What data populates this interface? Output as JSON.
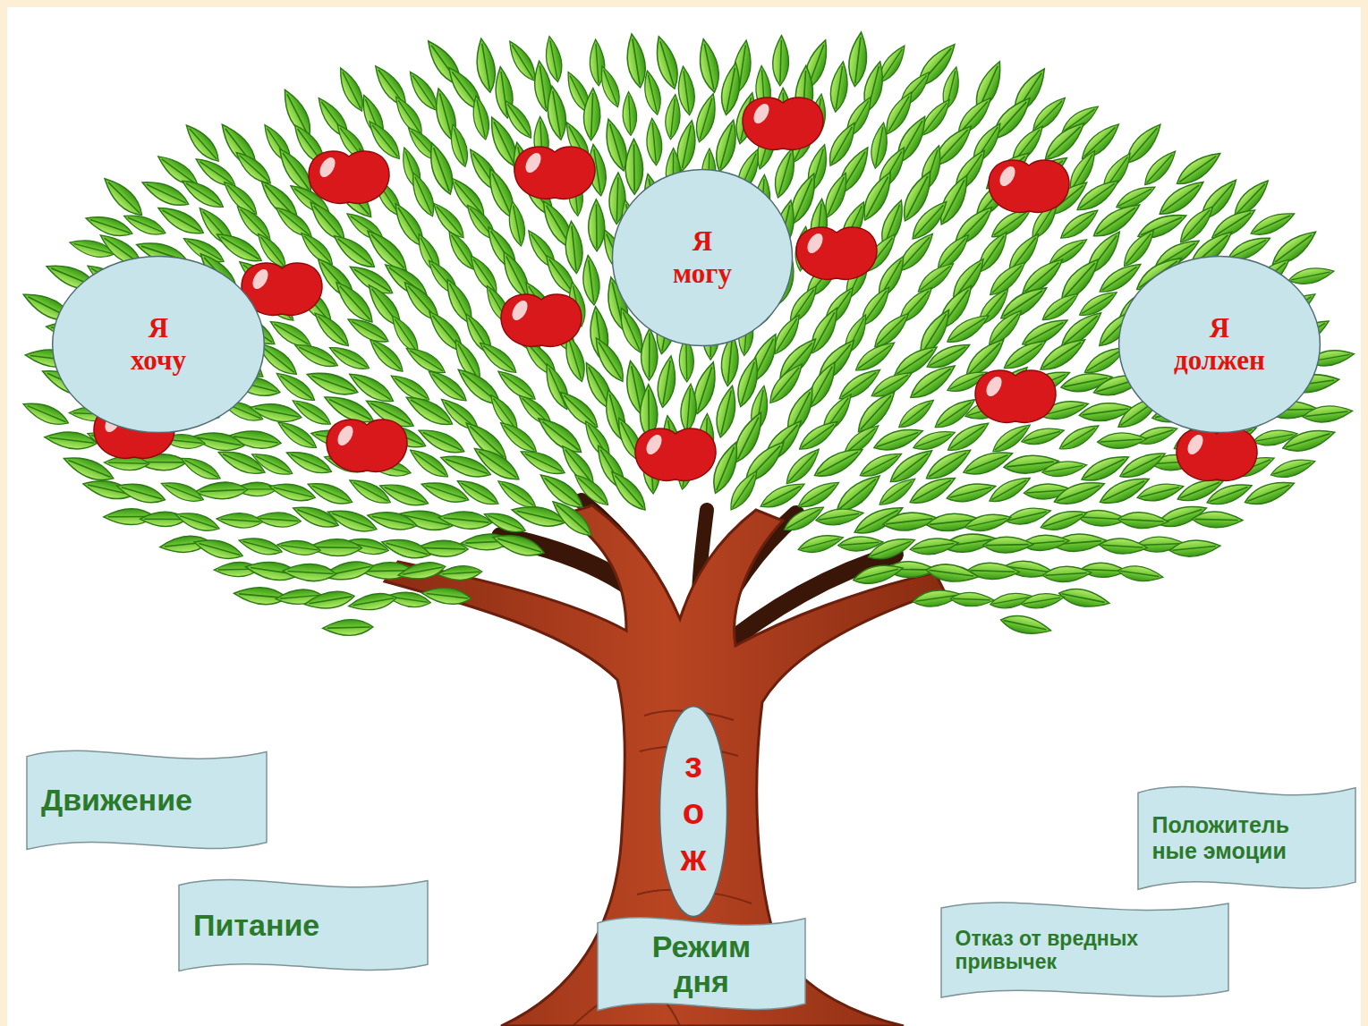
{
  "diagram": {
    "nodes": [
      {
        "text": [
          "Я хочу"
        ]
      },
      {
        "text": [
          "Я могу"
        ]
      },
      {
        "text": [
          "Я должен"
        ]
      },
      {
        "text": [
          "з о ж"
        ]
      },
      {
        "text": [
          "Движение"
        ]
      },
      {
        "text": [
          "Положитель ные эмоции"
        ]
      },
      {
        "text": [
          "Питание"
        ]
      },
      {
        "text": [
          "Отказ от вредных привычек"
        ]
      },
      {
        "text": [
          "Режим дня"
        ]
      }
    ]
  }
}
